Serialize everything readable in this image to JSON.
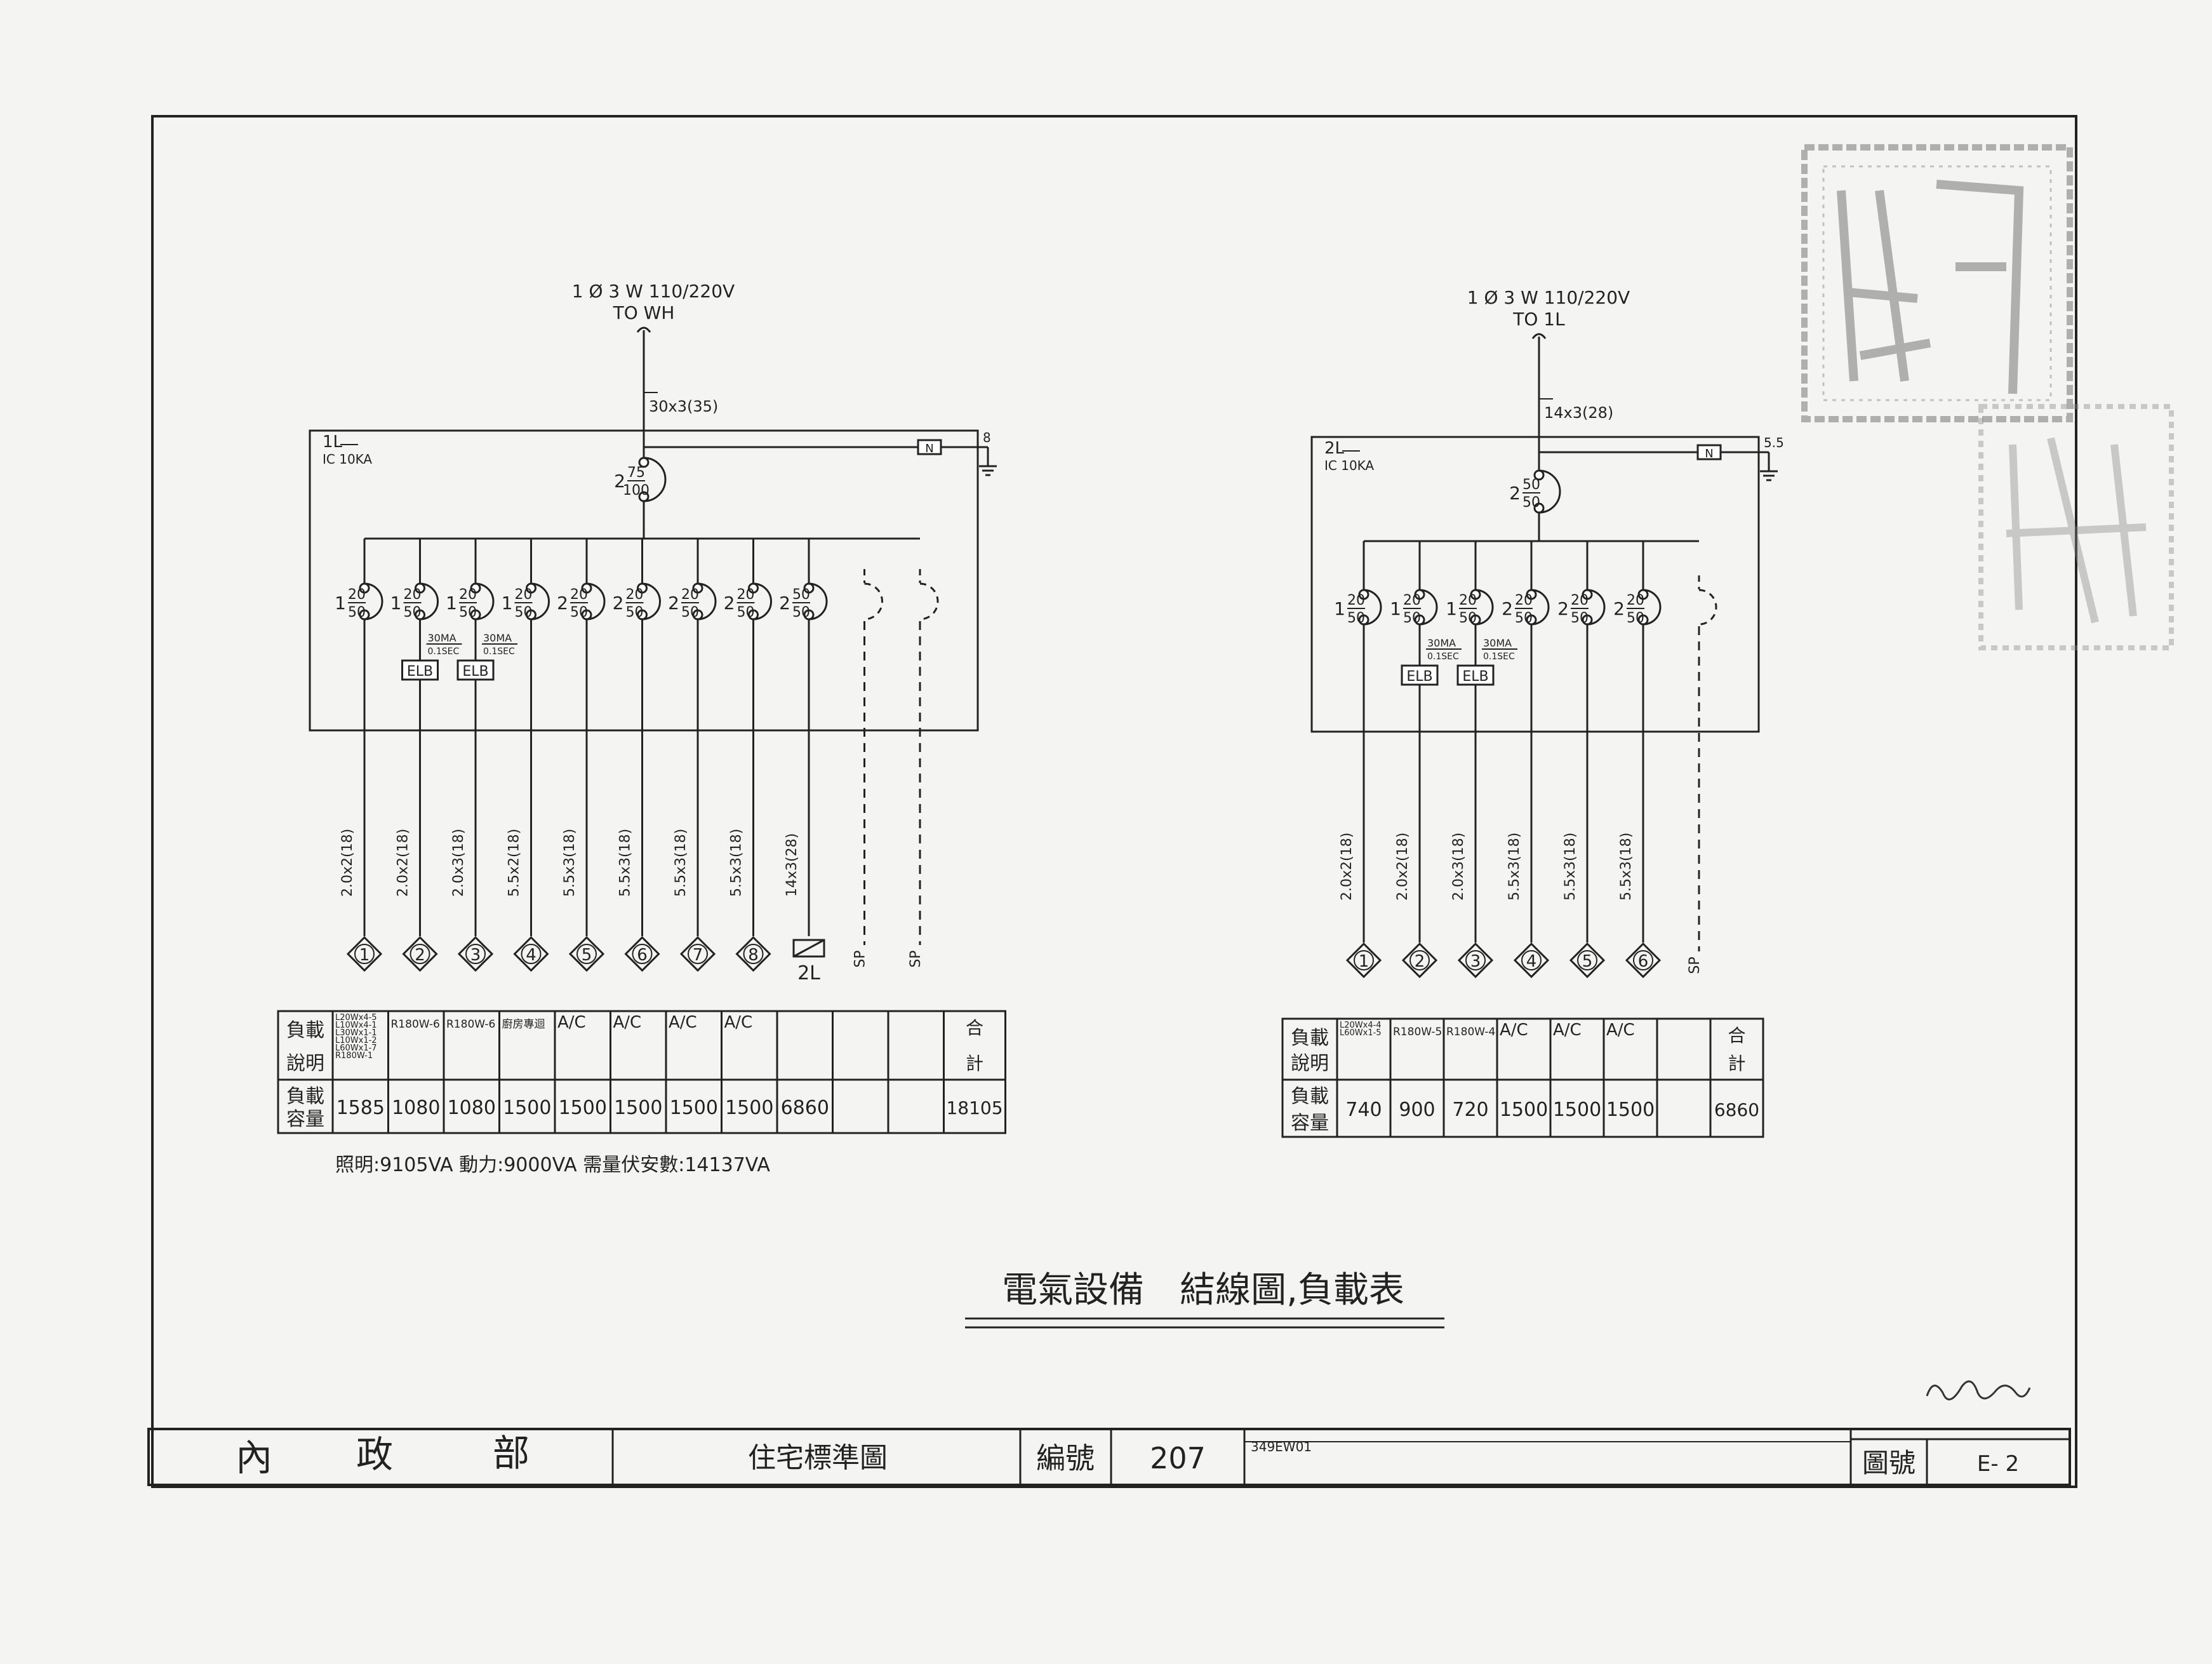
{
  "panel_1L": {
    "feed_line1": "1 Ø 3 W 110/220V",
    "feed_line2": "TO WH",
    "feeder_cable": "30x3(35)",
    "name": "1L",
    "ic": "IC 10KA",
    "main_breaker": {
      "poles": "2",
      "top": "75",
      "bottom": "100"
    },
    "ground": "8",
    "neutral": "N",
    "branches": [
      {
        "poles": "1",
        "top": "20",
        "bottom": "50",
        "elb": false,
        "cable": "2.0x2(18)",
        "circuit": "1"
      },
      {
        "poles": "1",
        "top": "20",
        "bottom": "50",
        "elb": true,
        "elb_label": "ELB",
        "elb_ma": "30MA",
        "elb_sec": "0.1SEC",
        "cable": "2.0x2(18)",
        "circuit": "2"
      },
      {
        "poles": "1",
        "top": "20",
        "bottom": "50",
        "elb": true,
        "elb_label": "ELB",
        "elb_ma": "30MA",
        "elb_sec": "0.1SEC",
        "cable": "2.0x3(18)",
        "circuit": "3"
      },
      {
        "poles": "1",
        "top": "20",
        "bottom": "50",
        "elb": false,
        "cable": "5.5x2(18)",
        "circuit": "4"
      },
      {
        "poles": "2",
        "top": "20",
        "bottom": "50",
        "elb": false,
        "cable": "5.5x3(18)",
        "circuit": "5"
      },
      {
        "poles": "2",
        "top": "20",
        "bottom": "50",
        "elb": false,
        "cable": "5.5x3(18)",
        "circuit": "6"
      },
      {
        "poles": "2",
        "top": "20",
        "bottom": "50",
        "elb": false,
        "cable": "5.5x3(18)",
        "circuit": "7"
      },
      {
        "poles": "2",
        "top": "20",
        "bottom": "50",
        "elb": false,
        "cable": "5.5x3(18)",
        "circuit": "8"
      },
      {
        "poles": "2",
        "top": "50",
        "bottom": "50",
        "elb": false,
        "cable": "14x3(28)",
        "circuit": "2L",
        "subpanel": true
      }
    ],
    "spares": [
      "SP",
      "SP"
    ]
  },
  "panel_2L": {
    "feed_line1": "1 Ø 3 W 110/220V",
    "feed_line2": "TO 1L",
    "feeder_cable": "14x3(28)",
    "name": "2L",
    "ic": "IC 10KA",
    "main_breaker": {
      "poles": "2",
      "top": "50",
      "bottom": "50"
    },
    "ground": "5.5",
    "neutral": "N",
    "branches": [
      {
        "poles": "1",
        "top": "20",
        "bottom": "50",
        "elb": false,
        "cable": "2.0x2(18)",
        "circuit": "1"
      },
      {
        "poles": "1",
        "top": "20",
        "bottom": "50",
        "elb": true,
        "elb_label": "ELB",
        "elb_ma": "30MA",
        "elb_sec": "0.1SEC",
        "cable": "2.0x2(18)",
        "circuit": "2"
      },
      {
        "poles": "1",
        "top": "20",
        "bottom": "50",
        "elb": true,
        "elb_label": "ELB",
        "elb_ma": "30MA",
        "elb_sec": "0.1SEC",
        "cable": "2.0x3(18)",
        "circuit": "3"
      },
      {
        "poles": "2",
        "top": "20",
        "bottom": "50",
        "elb": false,
        "cable": "5.5x3(18)",
        "circuit": "4"
      },
      {
        "poles": "2",
        "top": "20",
        "bottom": "50",
        "elb": false,
        "cable": "5.5x3(18)",
        "circuit": "5"
      },
      {
        "poles": "2",
        "top": "20",
        "bottom": "50",
        "elb": false,
        "cable": "5.5x3(18)",
        "circuit": "6"
      }
    ],
    "spares": [
      "SP"
    ]
  },
  "load_table_1": {
    "row1_header": [
      "負載",
      "說明"
    ],
    "row2_header": [
      "負載",
      "容量"
    ],
    "descriptions": [
      [
        "L20Wx4-5",
        "L10Wx4-1",
        "L30Wx1-1",
        "L10Wx1-2",
        "L60Wx1-7",
        "R180W-1"
      ],
      [
        "R180W-6"
      ],
      [
        "R180W-6"
      ],
      [
        "廚房專迴"
      ],
      [
        "A/C"
      ],
      [
        "A/C"
      ],
      [
        "A/C"
      ],
      [
        "A/C"
      ],
      [
        ""
      ],
      [
        ""
      ],
      [
        ""
      ]
    ],
    "loads": [
      "1585",
      "1080",
      "1080",
      "1500",
      "1500",
      "1500",
      "1500",
      "1500",
      "6860",
      "",
      ""
    ],
    "total_label": [
      "合",
      "計"
    ],
    "total": "18105",
    "summary": "照明:9105VA  動力:9000VA  需量伏安數:14137VA"
  },
  "load_table_2": {
    "row1_header": [
      "負載",
      "說明"
    ],
    "row2_header": [
      "負載",
      "容量"
    ],
    "descriptions": [
      [
        "L20Wx4-4",
        "L60Wx1-5"
      ],
      [
        "R180W-5"
      ],
      [
        "R180W-4"
      ],
      [
        "A/C"
      ],
      [
        "A/C"
      ],
      [
        "A/C"
      ],
      [
        ""
      ]
    ],
    "loads": [
      "740",
      "900",
      "720",
      "1500",
      "1500",
      "1500",
      ""
    ],
    "total_label": [
      "合",
      "計"
    ],
    "total": "6860"
  },
  "drawing_title": "電氣設備　結線圖,負載表",
  "title_block": {
    "org": [
      "內",
      "政",
      "部"
    ],
    "doc_name": "住宅標準圖",
    "number_label": "編號",
    "number": "207",
    "ref_code": "349EW01",
    "sheet_label": "圖號",
    "sheet_no": "E- 2"
  },
  "colors": {
    "ink": "#222222",
    "paper": "#f4f4f2",
    "stamp": "#8a8a8a"
  }
}
